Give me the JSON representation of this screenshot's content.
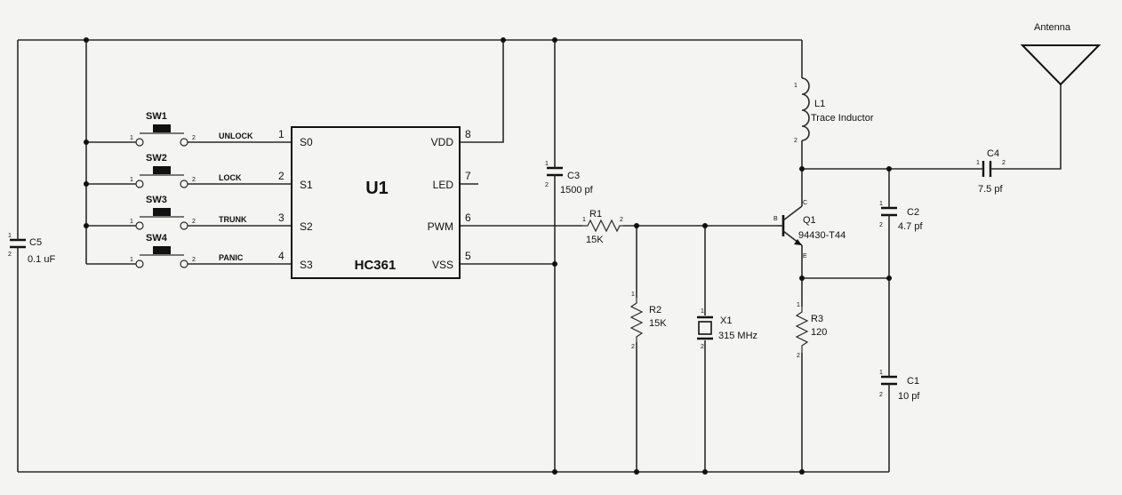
{
  "antenna": {
    "label": "Antenna"
  },
  "u1": {
    "ref": "U1",
    "part": "HC361",
    "pins": [
      {
        "num": "1",
        "name": "S0"
      },
      {
        "num": "2",
        "name": "S1"
      },
      {
        "num": "3",
        "name": "S2"
      },
      {
        "num": "4",
        "name": "S3"
      },
      {
        "num": "8",
        "name": "VDD"
      },
      {
        "num": "7",
        "name": "LED"
      },
      {
        "num": "6",
        "name": "PWM"
      },
      {
        "num": "5",
        "name": "VSS"
      }
    ]
  },
  "switches": [
    {
      "ref": "SW1",
      "net": "UNLOCK",
      "pin1": "1",
      "pin2": "2"
    },
    {
      "ref": "SW2",
      "net": "LOCK",
      "pin1": "1",
      "pin2": "2"
    },
    {
      "ref": "SW3",
      "net": "TRUNK",
      "pin1": "1",
      "pin2": "2"
    },
    {
      "ref": "SW4",
      "net": "PANIC",
      "pin1": "1",
      "pin2": "2"
    }
  ],
  "components": {
    "c5": {
      "ref": "C5",
      "value": "0.1 uF",
      "pin1": "1",
      "pin2": "2"
    },
    "c3": {
      "ref": "C3",
      "value": "1500 pf",
      "pin1": "1",
      "pin2": "2"
    },
    "r1": {
      "ref": "R1",
      "value": "15K",
      "pin1": "1",
      "pin2": "2"
    },
    "r2": {
      "ref": "R2",
      "value": "15K",
      "pin1": "1",
      "pin2": "2"
    },
    "x1": {
      "ref": "X1",
      "value": "315 MHz",
      "pin1": "1",
      "pin2": "2"
    },
    "q1": {
      "ref": "Q1",
      "value": "94430-T44",
      "b": "B",
      "c": "C",
      "e": "E"
    },
    "l1": {
      "ref": "L1",
      "value": "Trace Inductor",
      "pin1": "1",
      "pin2": "2"
    },
    "c4": {
      "ref": "C4",
      "value": "7.5 pf",
      "pin1": "1",
      "pin2": "2"
    },
    "c2": {
      "ref": "C2",
      "value": "4.7 pf",
      "pin1": "1",
      "pin2": "2"
    },
    "r3": {
      "ref": "R3",
      "value": "120",
      "pin1": "1",
      "pin2": "2"
    },
    "c1": {
      "ref": "C1",
      "value": "10 pf",
      "pin1": "1",
      "pin2": "2"
    }
  }
}
